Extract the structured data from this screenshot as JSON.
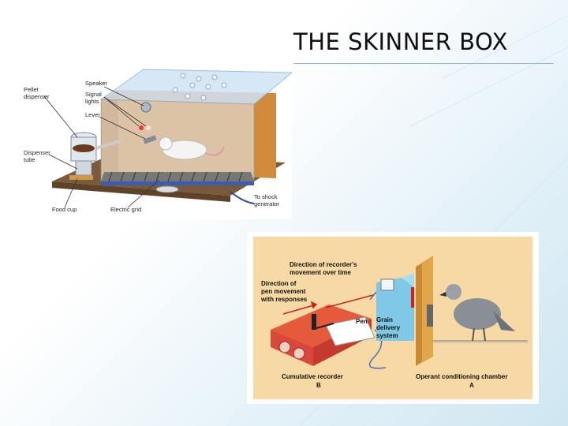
{
  "slide": {
    "title": "THE SKINNER BOX"
  },
  "fig1": {
    "labels": {
      "speaker": "Speaker",
      "pellet1": "Pellet",
      "pellet2": "dispenser",
      "signal1": "Signal",
      "signal2": "lights",
      "lever": "Lever",
      "dispenser1": "Dispenser",
      "dispenser2": "tube",
      "foodcup": "Food cup",
      "grid": "Electric grid",
      "shock1": "To shock",
      "shock2": "generator"
    }
  },
  "fig2": {
    "labels": {
      "dirRec1": "Direction of recorder's",
      "dirRec2": "movement over time",
      "dirPen1": "Direction of",
      "dirPen2": "pen movement",
      "dirPen3": "with responses",
      "pen": "Pen",
      "grain1": "Grain",
      "grain2": "delivery",
      "grain3": "system",
      "cumRec": "Cumulative recorder",
      "b": "B",
      "operant": "Operant conditioning chamber",
      "a": "A"
    }
  }
}
